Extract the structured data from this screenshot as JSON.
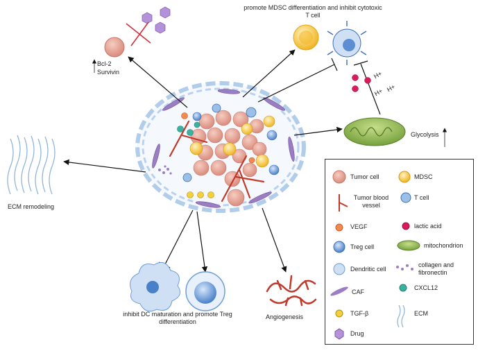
{
  "labels": {
    "mdsc_effect": "promote MDSC differentiation and inhibit cytotoxic T cell",
    "bcl2": "Bcl-2",
    "survivin": "Survivin",
    "glycolysis": "Glycolysis",
    "ecm_remodeling": "ECM remodeling",
    "dc_treg": "inhibit DC maturation and promote Treg differentiation",
    "angiogenesis": "Angiogenesis",
    "hplus": "H+"
  },
  "legend": {
    "tumor_cell": "Tumor cell",
    "mdsc": "MDSC",
    "tumor_vessel": "Tumor blood vessel",
    "t_cell": "T cell",
    "vegf": "VEGF",
    "lactic_acid": "lactic acid",
    "treg_cell": "Treg cell",
    "mitochondrion": "mitochondrion",
    "dendritic_cell": "Dendritic cell",
    "collagen": "collagen and fibronectin",
    "caf": "CAF",
    "cxcl12": "CXCL12",
    "tgf_b": "TGF-β",
    "ecm": "ECM",
    "drug": "Drug"
  },
  "colors": {
    "tumor_cell": "#e8a596",
    "mdsc": "#f5c53a",
    "vessel": "#c0392b",
    "t_cell": "#7aa7d8",
    "vegf": "#f08a50",
    "lactic": "#d81b5a",
    "treg": "#5b8fd1",
    "mito": "#8db84a",
    "cxcl12": "#3bb2a0",
    "tgf": "#f4d03f",
    "drug": "#9b6fc4",
    "ecm": "#8fb5dc",
    "caf": "#8a6ab0"
  }
}
